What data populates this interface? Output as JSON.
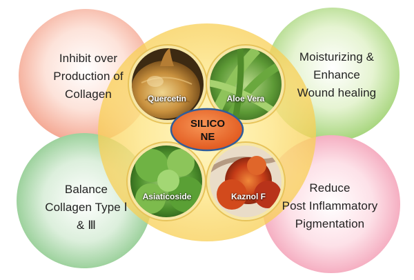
{
  "benefits": {
    "top_left": [
      "Inhibit over",
      "Production of",
      "Collagen"
    ],
    "top_right": [
      "Moisturizing &",
      "Enhance",
      "Wound healing"
    ],
    "bottom_left": [
      "Balance",
      "Collagen Type Ⅰ",
      "& Ⅲ"
    ],
    "bottom_right": [
      "Reduce",
      "Post Inflammatory",
      "Pigmentation"
    ]
  },
  "ingredients": {
    "quercetin": "Quercetin",
    "aloe_vera": "Aloe Vera",
    "asiaticoside": "Asiaticoside",
    "kaznol_f": "Kaznol F"
  },
  "center": {
    "lines": [
      "SILICO",
      "NE"
    ]
  },
  "colors": {
    "peach": "#f7b9a8",
    "green_light": "#bde29a",
    "green_mint": "#a4d6a4",
    "pink": "#f6b9c8",
    "halo": "#fbe38a",
    "center_fill": "#e8621e",
    "center_stroke": "#2f5d9b"
  }
}
